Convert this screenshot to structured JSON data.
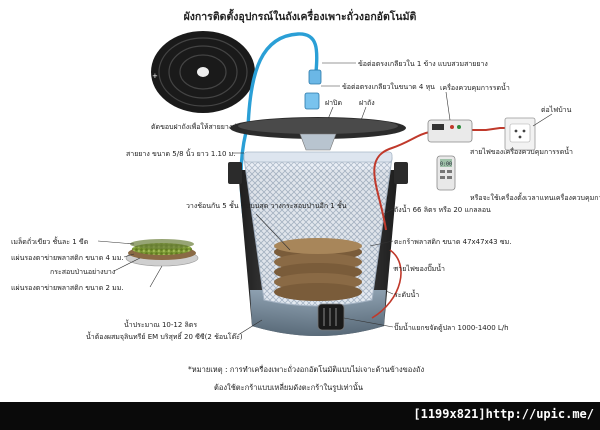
{
  "title": "ผังการติดตั้งอุปกรณ์ในถังเครื่องเพาะถั่วงอกอัตโนมัติ",
  "labels": {
    "connector_single": "ข้อต่อตรงเกลียวใน 1 ข้าง แบบสวมสายยาง",
    "connector_4": "ข้อต่อตรงเกลียวในขนาด 4 หุน",
    "lid": "ฝาถัง",
    "lid_cover": "ฝาปิด",
    "cut_lid": "ตัดขอบฝาถังเพื่อให้สายยางผ่านได้",
    "hose": "สายยาง ขนาด 5/8 นิ้ว ยาว 1.10 ม.",
    "controller": "เครื่องควบคุมการรดน้ำ",
    "outlet": "ต่อไฟบ้าน",
    "power_line": "สายไฟของเครื่องควบคุมการรดน้ำ",
    "timer_alt": "หรือจะใช้เครื่องตั้งเวลาแทนเครื่องควบคุมการรดน้ำก็ได้",
    "sponge": "วางช้อนกัน 5 ชั้น ชั้นบนสุด วางกระสอบป่านอีก 1 ชั้น",
    "beans": "เมล็ดถั่วเขียว ชั้นละ 1 ขีด",
    "mesh_top": "แผ่นรองตาข่ายพลาสติก ขนาด 4 มม.",
    "burlap": "กระสอบป่านอย่างบาง",
    "mesh_bottom": "แผ่นรองตาข่ายพลาสติก ขนาด 2 มม.",
    "bucket": "ถังน้ำ 66 ลิตร หรือ 20 แกลลอน",
    "basket": "ตะกร้าพลาสติก ขนาด 47x47x43 ซม.",
    "pump_cord": "สายไฟของปั๊มน้ำ",
    "water_level": "ระดับน้ำ",
    "water_amount": "น้ำประมาณ 10-12 ลิตร",
    "water_em": "น้ำต้องผสมจุลินทรีย์ EM บริสุทธิ์ 20 ซีซี(2 ช้อนโต๊ะ)",
    "pump": "ปั๊มน้ำแยกขจัดตู้ปลา 1000-1400 L/h"
  },
  "footnote": {
    "line1": "*หมายเหตุ : การทำเครื่องเพาะถั่วงอกอัตโนมัติแบบไม่เจาะด้านข้างของถัง",
    "line2": "ต้องใช้ตะกร้าแบบเหลี่ยมดังตะกร้าในรูปเท่านั้น"
  },
  "watermark": "[1199x821]http://upic.me/",
  "controller_readout": "0:00",
  "colors": {
    "hose": "#2a9fd6",
    "power_wire": "#c0392b",
    "lid": "#2b2b2b",
    "basket": "#dde5ef",
    "bucket": "#3a3a3a",
    "sponge": "#8a6a45",
    "beans": "#6a8a2a",
    "footer": "#0a0a0a"
  },
  "icons": {
    "lid_top": "round-lid-icon",
    "faucet": "hose-connector-icon",
    "controller": "controller-box-icon",
    "outlet": "wall-outlet-icon",
    "timer": "digital-timer-icon",
    "pump": "aquarium-pump-icon"
  }
}
